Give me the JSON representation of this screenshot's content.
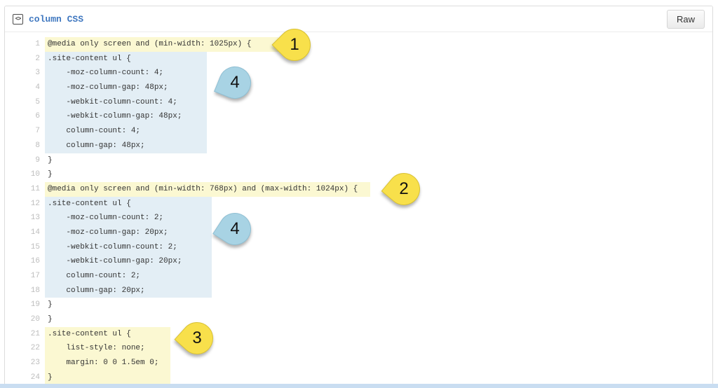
{
  "header": {
    "icon_glyph": "<>",
    "filename": "column CSS",
    "raw_button": "Raw"
  },
  "colors": {
    "title_link": "#4078c0",
    "highlight_yellow": "#fbf8d2",
    "highlight_blue": "#e3eef5",
    "balloon_yellow": "#f8e04b",
    "balloon_blue": "#a8d3e4",
    "line_number": "#bdbdbd",
    "code_text": "#333333",
    "bottom_strip": "#c9ddf1"
  },
  "code": {
    "lines": [
      {
        "num": 1,
        "text": "@media only screen and (min-width: 1025px) {",
        "hl": "yellow",
        "block": "a"
      },
      {
        "num": 2,
        "text": ".site-content ul {",
        "hl": "blue",
        "block": "b"
      },
      {
        "num": 3,
        "text": "    -moz-column-count: 4;",
        "hl": "blue",
        "block": "b"
      },
      {
        "num": 4,
        "text": "    -moz-column-gap: 48px;",
        "hl": "blue",
        "block": "b"
      },
      {
        "num": 5,
        "text": "    -webkit-column-count: 4;",
        "hl": "blue",
        "block": "b"
      },
      {
        "num": 6,
        "text": "    -webkit-column-gap: 48px;",
        "hl": "blue",
        "block": "b"
      },
      {
        "num": 7,
        "text": "    column-count: 4;",
        "hl": "blue",
        "block": "b"
      },
      {
        "num": 8,
        "text": "    column-gap: 48px;",
        "hl": "blue",
        "block": "b"
      },
      {
        "num": 9,
        "text": "}",
        "hl": null,
        "block": null
      },
      {
        "num": 10,
        "text": "}",
        "hl": null,
        "block": null
      },
      {
        "num": 11,
        "text": "@media only screen and (min-width: 768px) and (max-width: 1024px) {",
        "hl": "yellow",
        "block": "c"
      },
      {
        "num": 12,
        "text": ".site-content ul {",
        "hl": "blue",
        "block": "d"
      },
      {
        "num": 13,
        "text": "    -moz-column-count: 2;",
        "hl": "blue",
        "block": "d"
      },
      {
        "num": 14,
        "text": "    -moz-column-gap: 20px;",
        "hl": "blue",
        "block": "d"
      },
      {
        "num": 15,
        "text": "    -webkit-column-count: 2;",
        "hl": "blue",
        "block": "d"
      },
      {
        "num": 16,
        "text": "    -webkit-column-gap: 20px;",
        "hl": "blue",
        "block": "d"
      },
      {
        "num": 17,
        "text": "    column-count: 2;",
        "hl": "blue",
        "block": "d"
      },
      {
        "num": 18,
        "text": "    column-gap: 20px;",
        "hl": "blue",
        "block": "d"
      },
      {
        "num": 19,
        "text": "}",
        "hl": null,
        "block": null
      },
      {
        "num": 20,
        "text": "}",
        "hl": null,
        "block": null
      },
      {
        "num": 21,
        "text": ".site-content ul {",
        "hl": "yellow",
        "block": "e"
      },
      {
        "num": 22,
        "text": "    list-style: none;",
        "hl": "yellow",
        "block": "e"
      },
      {
        "num": 23,
        "text": "    margin: 0 0 1.5em 0;",
        "hl": "yellow",
        "block": "e"
      },
      {
        "num": 24,
        "text": "}",
        "hl": "yellow",
        "block": "e"
      }
    ]
  },
  "annotations": [
    {
      "label": "1",
      "color": "yellow"
    },
    {
      "label": "4",
      "color": "blue"
    },
    {
      "label": "2",
      "color": "yellow"
    },
    {
      "label": "4",
      "color": "blue"
    },
    {
      "label": "3",
      "color": "yellow"
    }
  ]
}
